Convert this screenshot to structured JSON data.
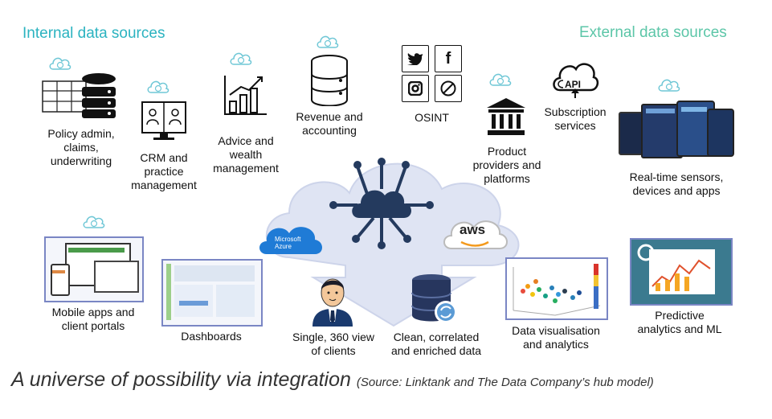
{
  "headers": {
    "internal": "Internal data sources",
    "external": "External data sources"
  },
  "labels": {
    "policy": "Policy admin,\nclaims,\nunderwriting",
    "crm": "CRM and\npractice\nmanagement",
    "advice": "Advice and\nwealth\nmanagement",
    "revenue": "Revenue and\naccounting",
    "osint": "OSINT",
    "product": "Product\nproviders and\nplatforms",
    "subscription": "Subscription\nservices",
    "realtime": "Real-time sensors,\ndevices and apps",
    "mobile": "Mobile apps and\nclient portals",
    "dashboards": "Dashboards",
    "single": "Single, 360 view\nof clients",
    "clean": "Clean, correlated\nand enriched data",
    "dataviz": "Data visualisation\nand analytics",
    "predictive": "Predictive\nanalytics and ML"
  },
  "logos": {
    "azure": "Microsoft Azure",
    "aws": "aws",
    "api": "API"
  },
  "caption": {
    "main": "A universe of possibility via integration ",
    "source": "(Source: Linktank and The Data Company’s hub model)"
  },
  "colors": {
    "internal_header": "#2bb3c0",
    "external_header": "#5cc6a8",
    "hub_icon": "#243a5e",
    "cloud_fill": "#dfe4f3",
    "azure_blue": "#1f7bd6",
    "screen_border": "#7a86c4"
  },
  "icons": [
    "sync-cloud-icon",
    "database-icon",
    "grid-table-icon",
    "crm-monitor-icon",
    "bar-chart-icon",
    "server-icon",
    "twitter-icon",
    "facebook-icon",
    "instagram-icon",
    "shazam-icon",
    "bank-icon",
    "api-cloud-icon",
    "hub-cloud-icon",
    "businessman-icon",
    "data-cylinder-icon"
  ]
}
